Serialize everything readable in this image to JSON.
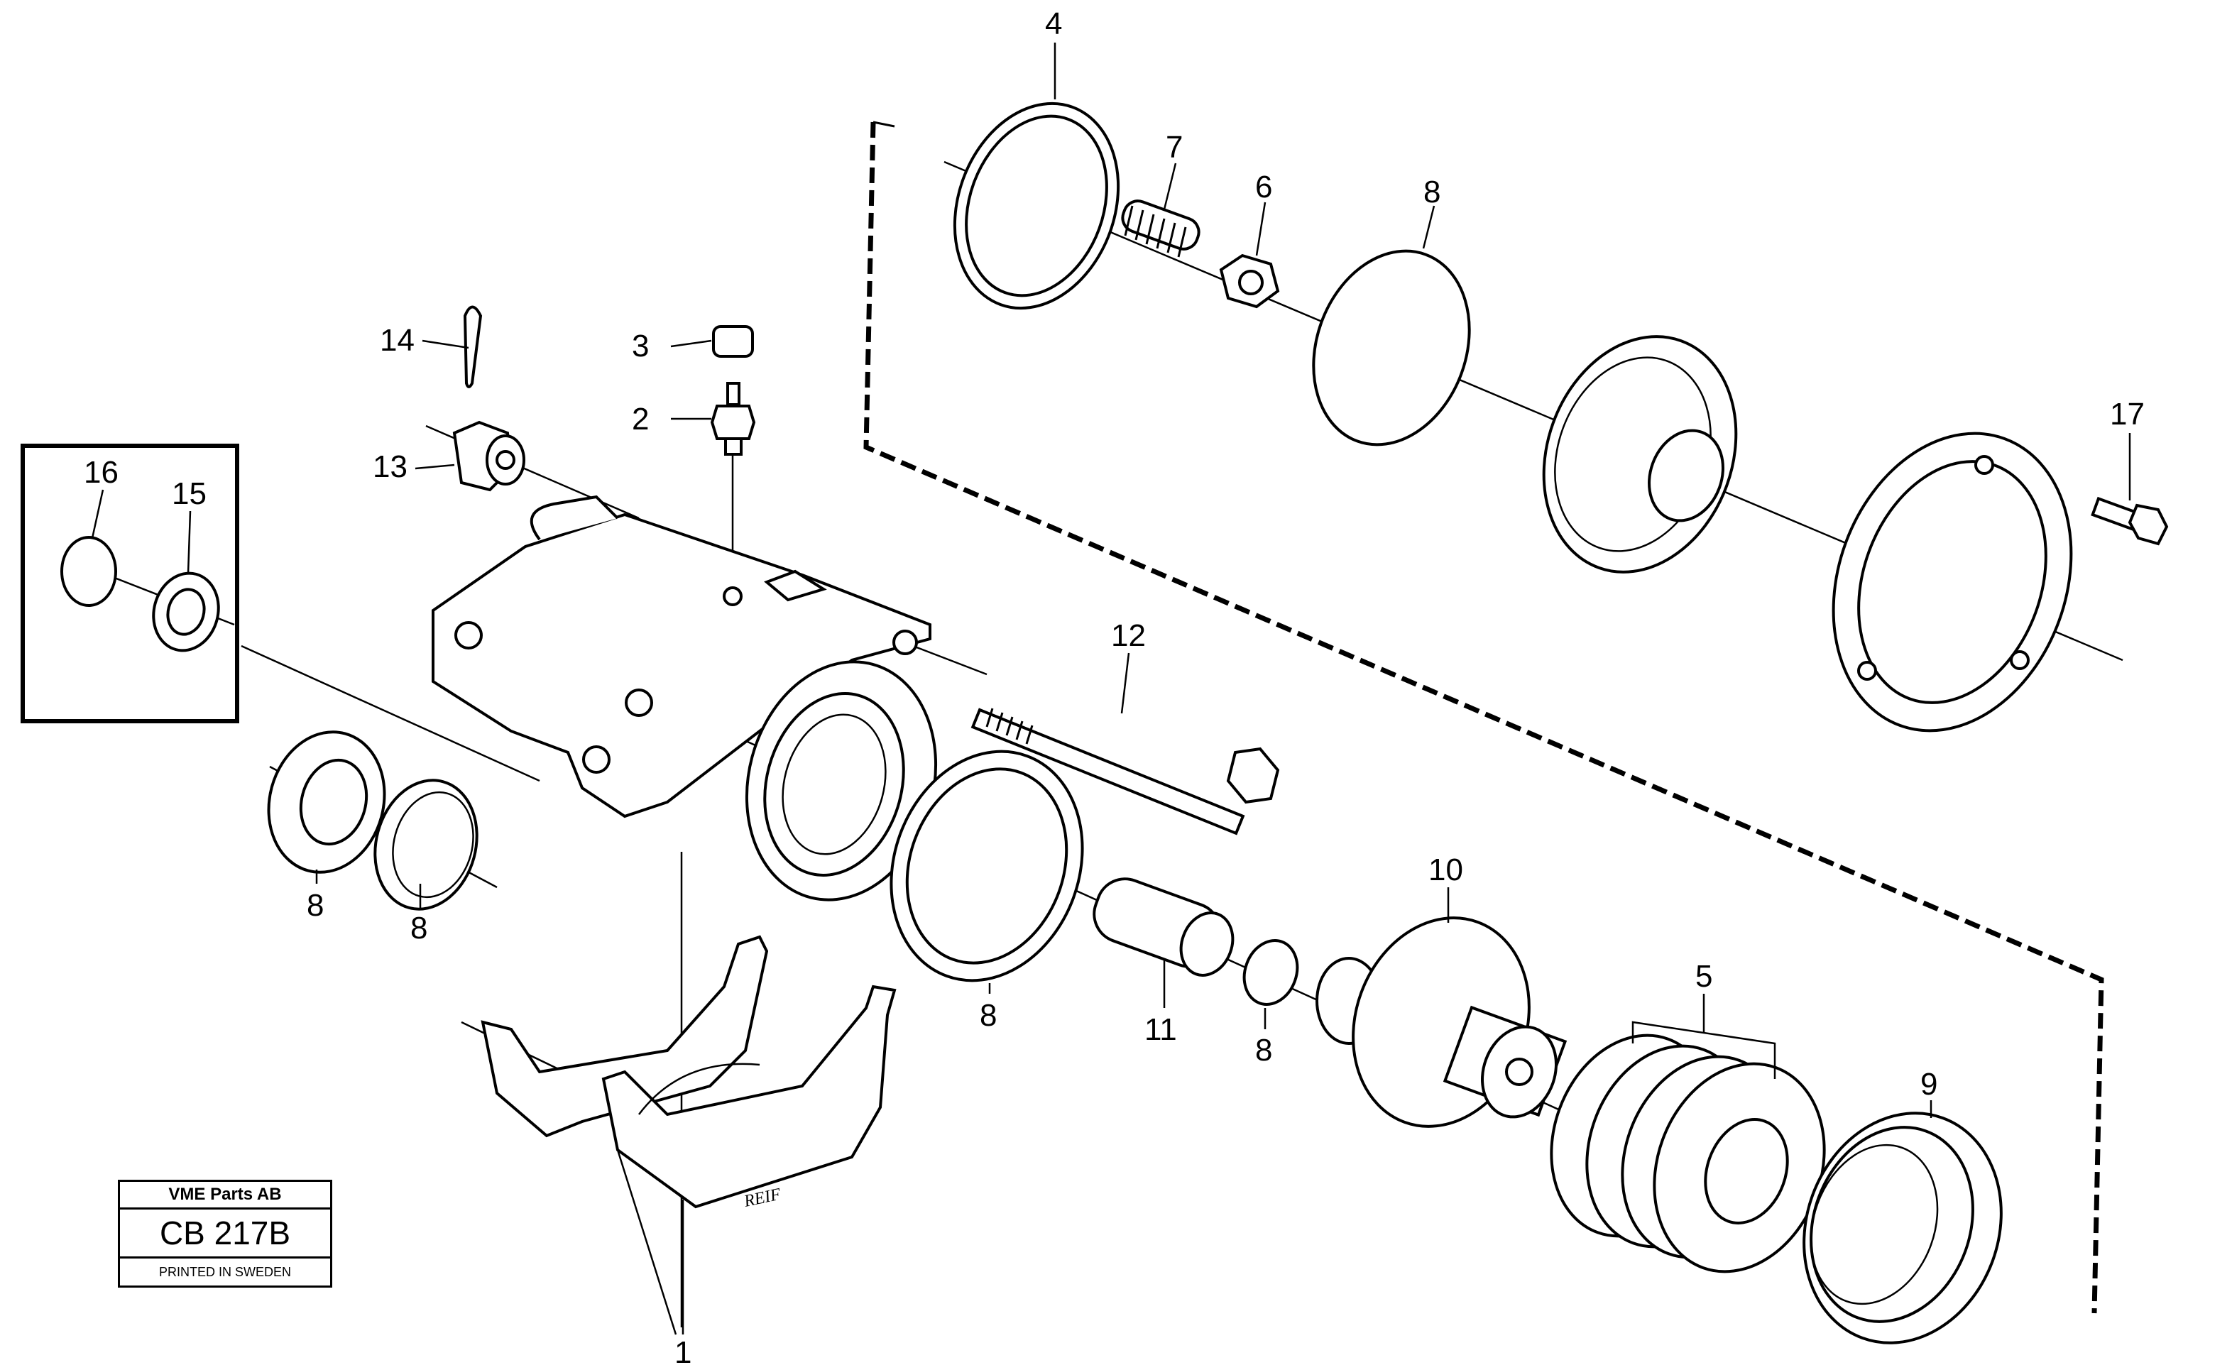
{
  "callouts": {
    "c1": "1",
    "c2": "2",
    "c3": "3",
    "c4": "4",
    "c5": "5",
    "c6": "6",
    "c7": "7",
    "c8a": "8",
    "c8b": "8",
    "c8c": "8",
    "c8d": "8",
    "c8e": "8",
    "c9": "9",
    "c10": "10",
    "c11": "11",
    "c12": "12",
    "c13": "13",
    "c14": "14",
    "c15": "15",
    "c16": "16",
    "c17": "17"
  },
  "signature": "REIF",
  "label": {
    "company": "VME Parts AB",
    "code": "CB 217B",
    "footer": "PRINTED IN SWEDEN"
  }
}
